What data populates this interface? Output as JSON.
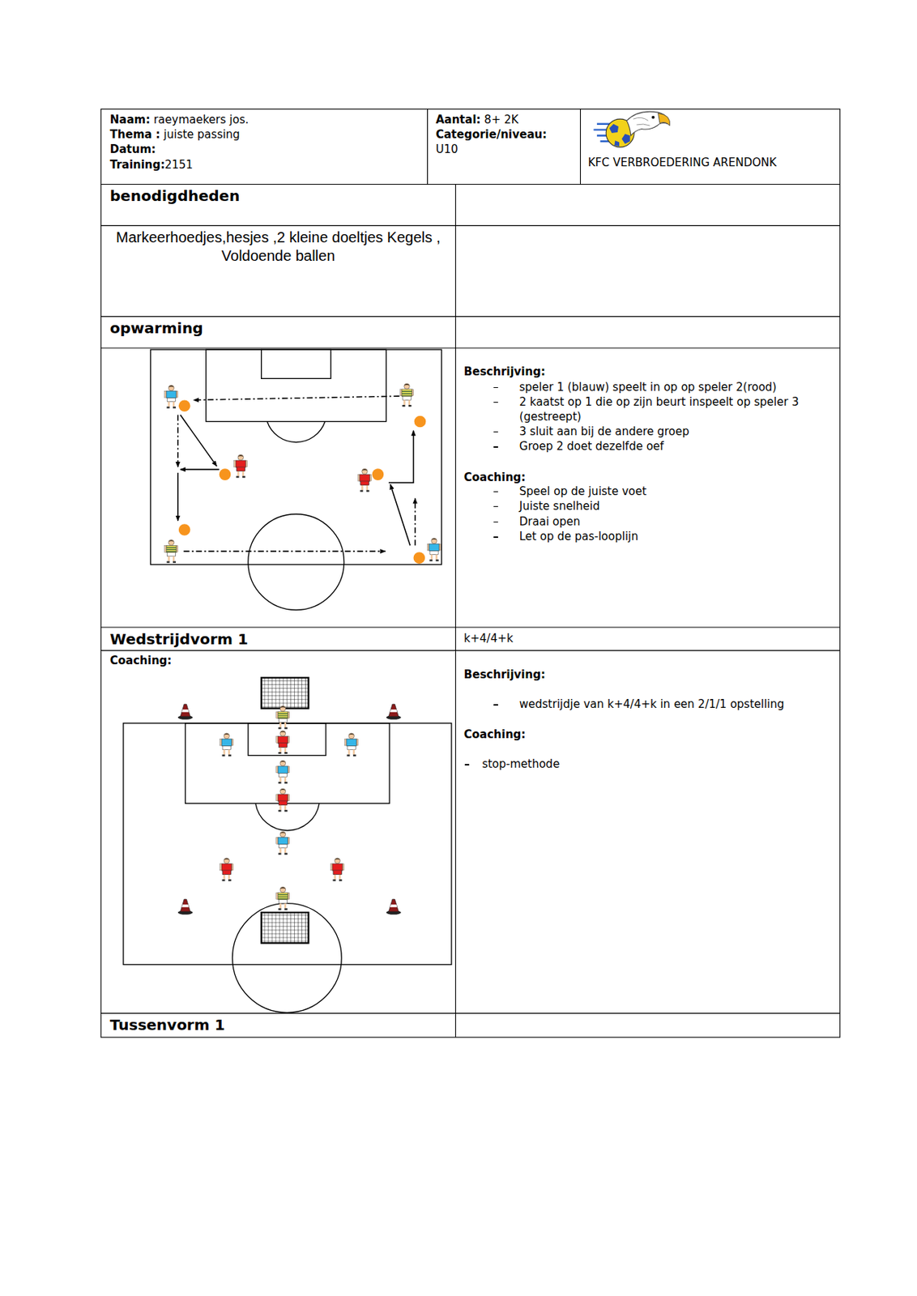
{
  "diagram": {
    "nodes": [
      {
        "text": [
          "Naam:",
          "raeymaekers jos.",
          "Thema :",
          "juiste passing",
          "Datum:",
          "Training:",
          "2151"
        ]
      },
      {
        "text": [
          "Aantal:",
          "8+ 2K",
          "Categorie/niveau:",
          "U10"
        ]
      },
      {
        "text": [
          "KFC VERBROEDERING ARENDONK"
        ]
      },
      {
        "text": [
          "benodigdheden"
        ]
      },
      {
        "text": [
          "Markeerhoedjes,hesjes ,2 kleine doeltjes Kegels , Voldoende ballen"
        ]
      },
      {
        "text": [
          "opwarming"
        ]
      },
      {
        "text": [
          "Beschrijving:",
          "speler 1 (blauw) speelt in op op speler 2(rood)",
          "2 kaatst op 1 die op zijn beurt inspeelt op speler 3 (gestreept)",
          "3 sluit aan bij de andere groep",
          "Groep 2 doet dezelfde oef",
          "Coaching:",
          "Speel op de juiste voet",
          "Juiste snelheid",
          "Draai open",
          "Let op de pas-looplijn"
        ]
      },
      {
        "text": [
          "Wedstrijdvorm 1"
        ]
      },
      {
        "text": [
          "k+4/4+k"
        ]
      },
      {
        "text": [
          "Coaching:"
        ]
      },
      {
        "text": [
          "Beschrijving:",
          "wedstrijdje van k+4/4+k in een 2/1/1 opstelling",
          "Coaching:",
          "stop-methode"
        ]
      },
      {
        "text": [
          "Tussenvorm 1"
        ]
      }
    ]
  }
}
